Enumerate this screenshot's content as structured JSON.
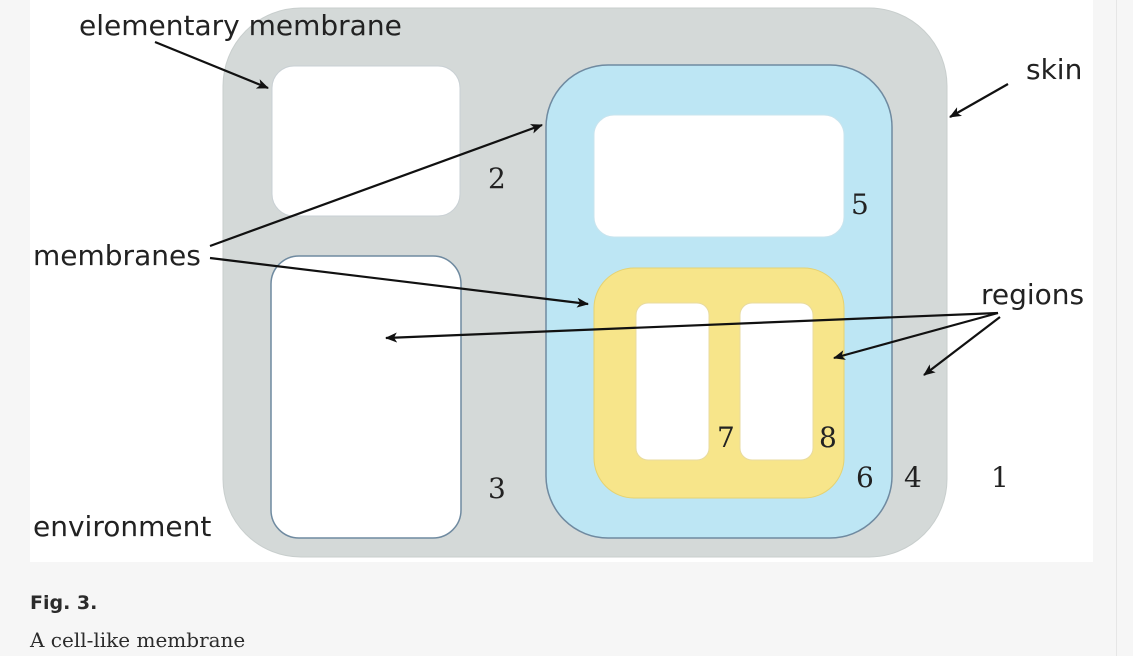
{
  "diagram": {
    "labels": {
      "elementary_membrane": "elementary membrane",
      "skin": "skin",
      "membranes": "membranes",
      "regions": "regions",
      "environment": "environment"
    },
    "region_numbers": [
      "1",
      "2",
      "3",
      "4",
      "5",
      "6",
      "7",
      "8"
    ],
    "colors": {
      "skin_fill": "#d4d9d8",
      "membrane_4_fill": "#bde6f4",
      "membrane_6_fill": "#f7e58a",
      "elementary_fill": "#ffffff",
      "stroke": "#6f8aa0"
    }
  },
  "caption": {
    "label": "Fig. 3.",
    "text": "A cell-like membrane"
  }
}
